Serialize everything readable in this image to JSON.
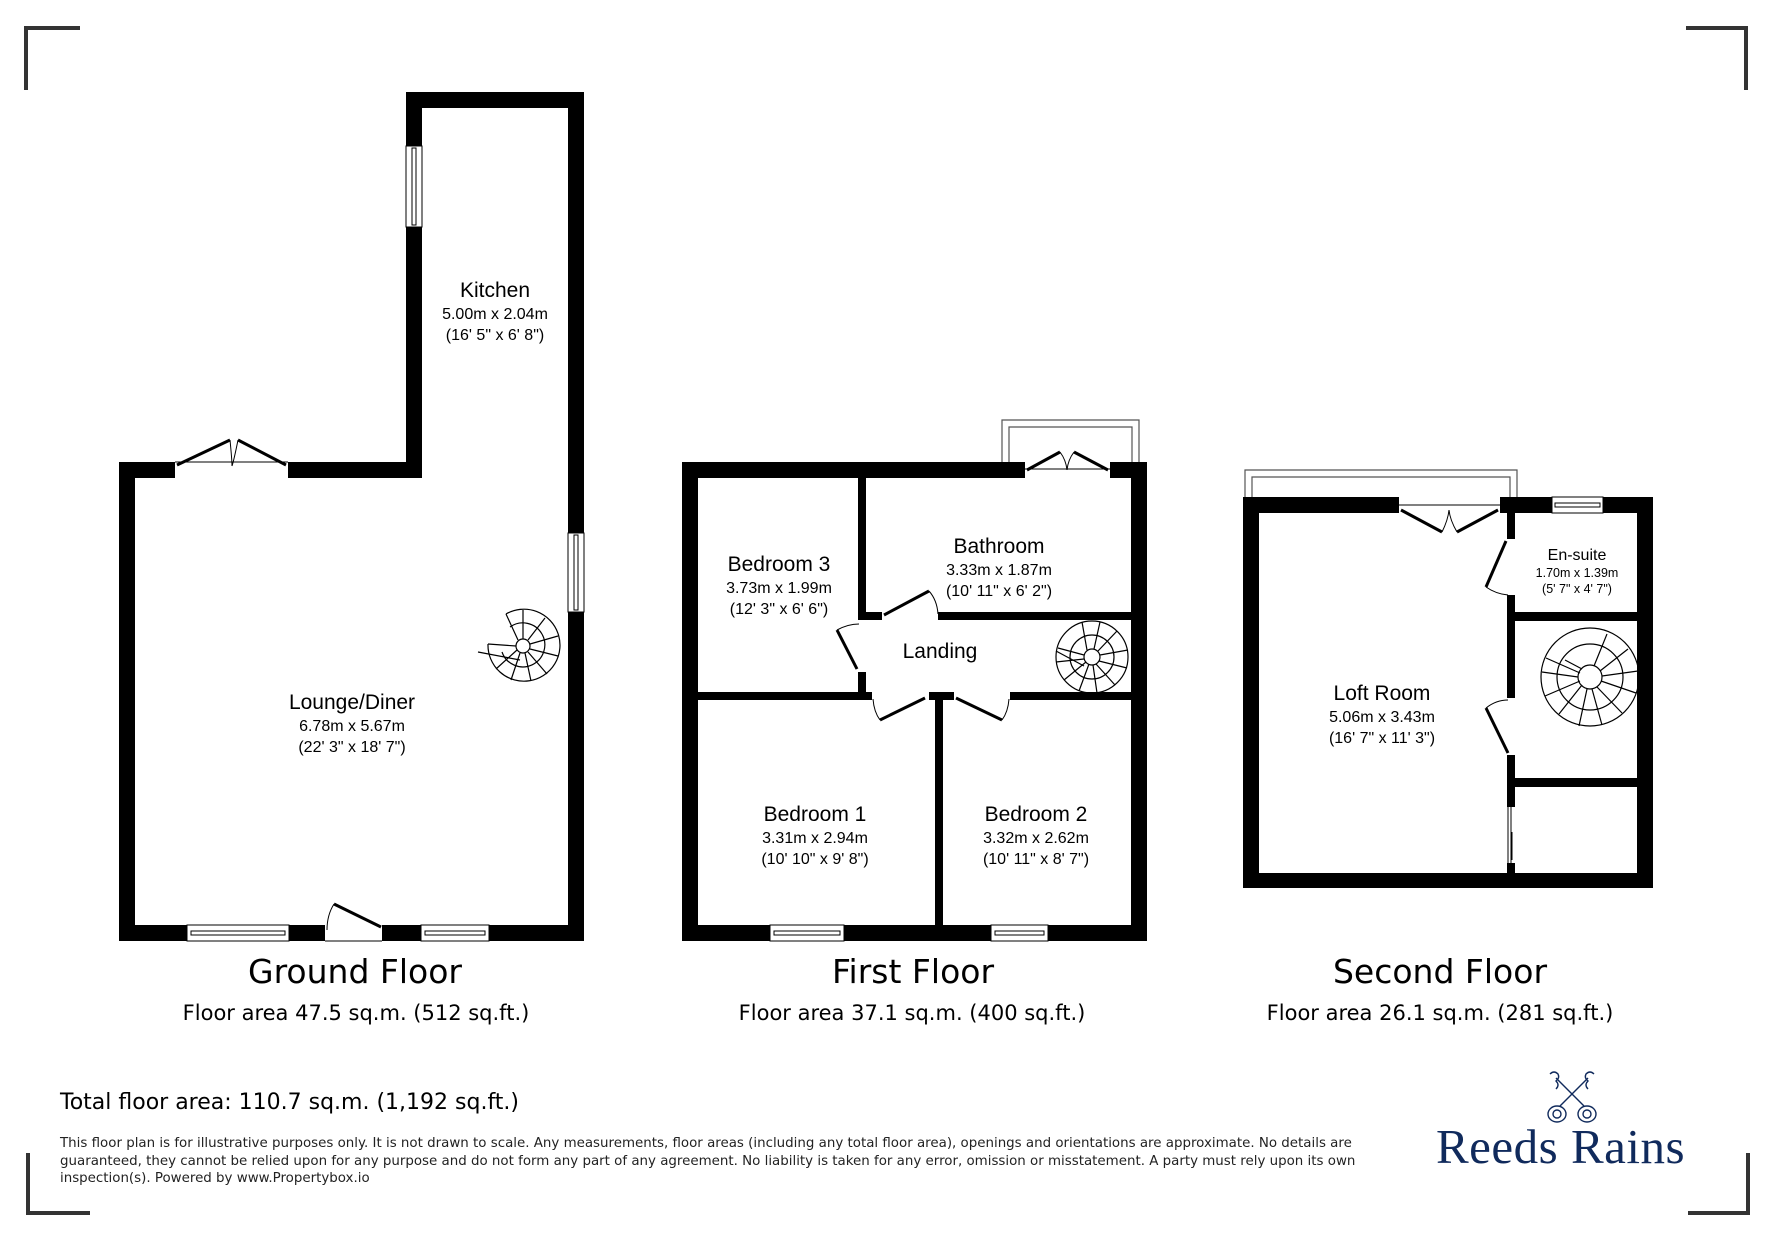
{
  "floors": [
    {
      "title": "Ground Floor",
      "area": "Floor area 47.5 sq.m. (512 sq.ft.)",
      "rooms": [
        {
          "name": "Kitchen",
          "metric": "5.00m x 2.04m",
          "imperial": "(16' 5\" x 6' 8\")"
        },
        {
          "name": "Lounge/Diner",
          "metric": "6.78m x 5.67m",
          "imperial": "(22' 3\" x 18' 7\")"
        }
      ]
    },
    {
      "title": "First Floor",
      "area": "Floor area 37.1 sq.m. (400 sq.ft.)",
      "rooms": [
        {
          "name": "Bedroom 3",
          "metric": "3.73m x 1.99m",
          "imperial": "(12' 3\" x 6' 6\")"
        },
        {
          "name": "Bathroom",
          "metric": "3.33m x 1.87m",
          "imperial": "(10' 11\" x 6' 2\")"
        },
        {
          "name": "Landing"
        },
        {
          "name": "Bedroom 1",
          "metric": "3.31m x 2.94m",
          "imperial": "(10' 10\" x 9' 8\")"
        },
        {
          "name": "Bedroom 2",
          "metric": "3.32m x 2.62m",
          "imperial": "(10' 11\" x 8' 7\")"
        }
      ]
    },
    {
      "title": "Second Floor",
      "area": "Floor area 26.1 sq.m. (281 sq.ft.)",
      "rooms": [
        {
          "name": "En-suite",
          "metric": "1.70m x 1.39m",
          "imperial": "(5' 7\" x 4' 7\")"
        },
        {
          "name": "Loft Room",
          "metric": "5.06m x 3.43m",
          "imperial": "(16' 7\" x 11' 3\")"
        }
      ]
    }
  ],
  "total_area": "Total floor area: 110.7 sq.m. (1,192 sq.ft.)",
  "disclaimer": "This floor plan is for illustrative purposes only. It is not drawn to scale. Any measurements, floor areas (including any total floor area), openings and orientations are approximate. No details are guaranteed, they cannot be relied upon for any purpose and do not form any part of any agreement. No liability is taken for any error, omission or misstatement. A party must rely upon its own inspection(s). Powered by www.Propertybox.io",
  "brand": {
    "name": "Reeds Rains",
    "logo_icon": "crossed-keys-icon",
    "color": "#102a5c"
  },
  "colors": {
    "wall": "#000000",
    "corner_marks": "#333333",
    "background": "#ffffff"
  }
}
